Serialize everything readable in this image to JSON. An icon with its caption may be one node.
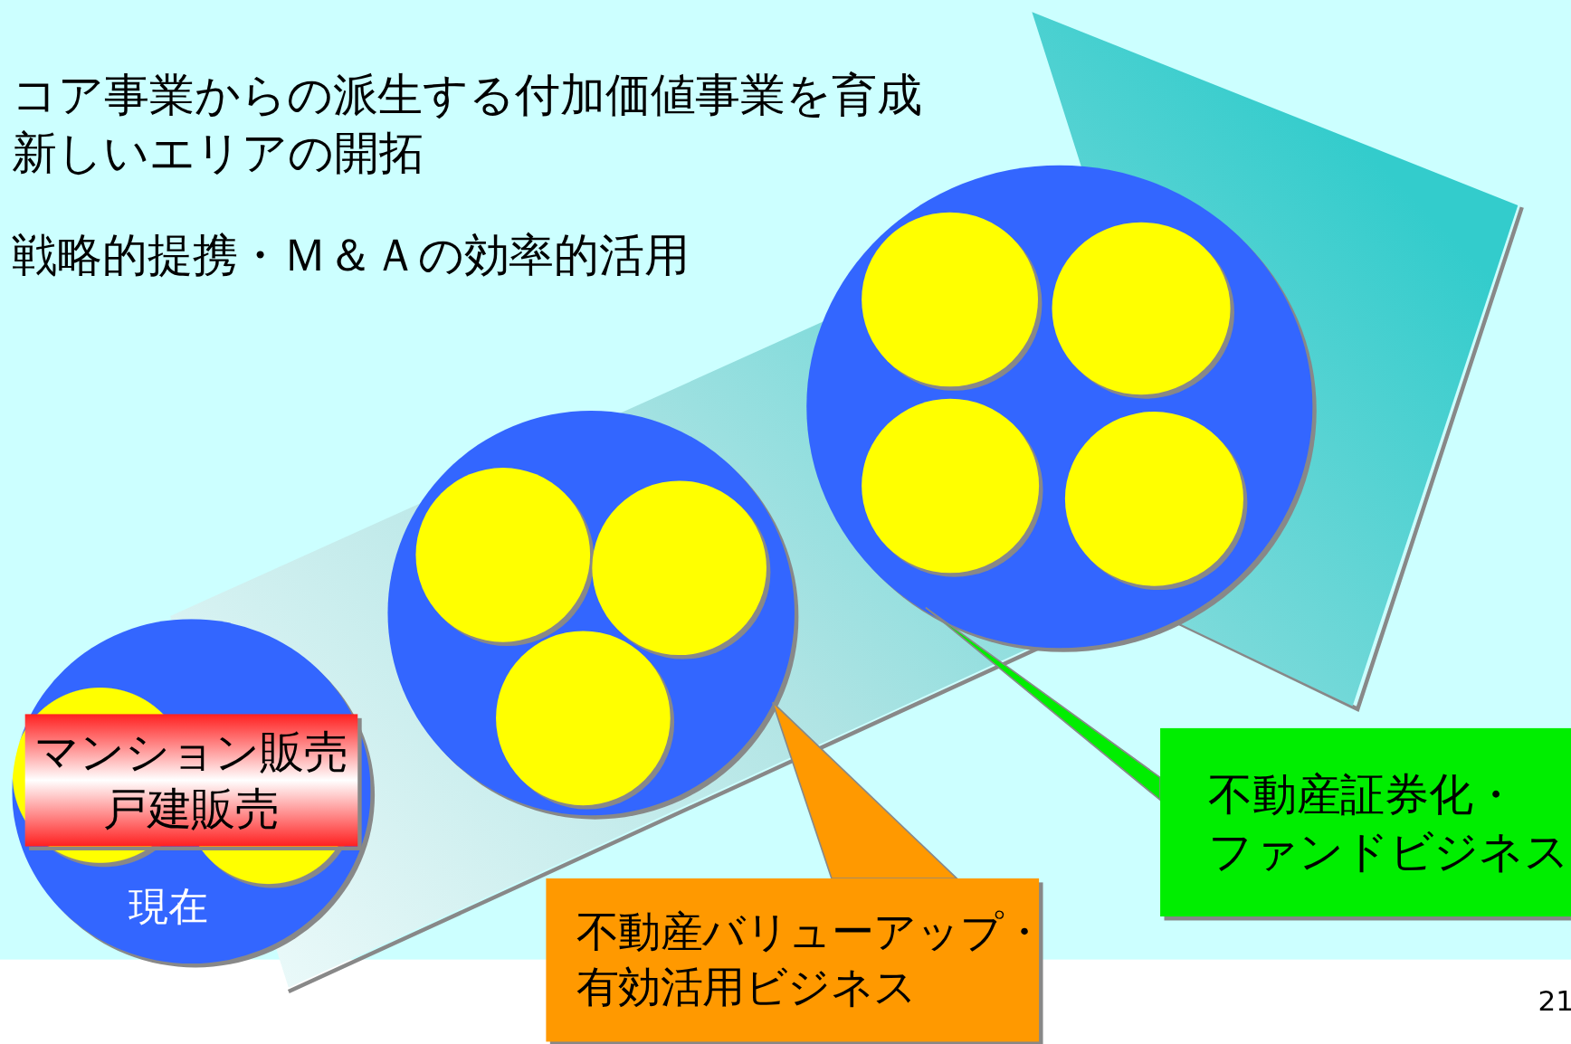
{
  "diagram": {
    "nodes": [
      {
        "text": [
          "現在"
        ]
      },
      {
        "text": [
          "マンション販売戸建販売"
        ],
        "in": 0
      },
      {
        "text": [],
        "shape": "circle"
      },
      {
        "text": [],
        "shape": "circle",
        "in": 2
      },
      {
        "text": [],
        "shape": "circle",
        "in": 2
      },
      {
        "text": [],
        "shape": "circle",
        "in": 2
      },
      {
        "text": [],
        "shape": "circle"
      },
      {
        "text": [],
        "shape": "circle",
        "in": 6
      },
      {
        "text": [],
        "shape": "circle",
        "in": 6
      },
      {
        "text": [],
        "shape": "circle",
        "in": 6
      },
      {
        "text": [],
        "shape": "circle",
        "in": 6
      },
      {
        "text": [
          "不動産バリューアップ・有効活用ビジネス"
        ]
      },
      {
        "text": [
          "不動産証券化・ファンドビジネス"
        ]
      }
    ],
    "edges": [
      {
        "from": 11,
        "to": 2,
        "arrow": "to",
        "color": "#ff9900"
      },
      {
        "from": 12,
        "to": 6,
        "arrow": "none",
        "color": "#00ee00"
      }
    ],
    "labels": [
      "コア事業からの派生する付加価値事業を育成",
      "新しいエリアの開拓",
      "戦略的提携・Ｍ＆Ａの効率的活用",
      "21"
    ]
  }
}
